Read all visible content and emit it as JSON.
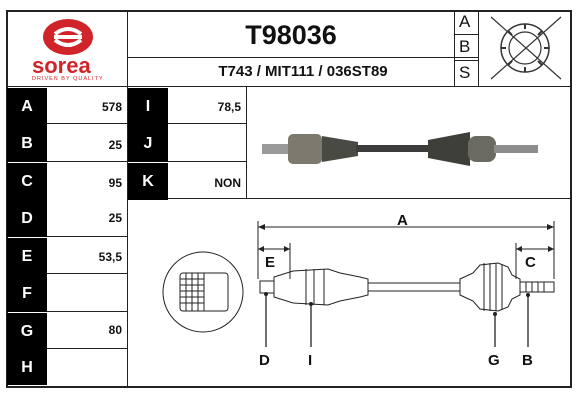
{
  "brand": {
    "name": "sorea",
    "tagline": "DRIVEN BY QUALITY",
    "color": "#d1232a"
  },
  "header": {
    "part_number": "T98036",
    "references": "T743 / MIT111 / 036ST89",
    "abs_letters": [
      "A",
      "B",
      "S"
    ]
  },
  "specs_left": [
    {
      "label": "A",
      "value": "578"
    },
    {
      "label": "B",
      "value": "25"
    },
    {
      "label": "C",
      "value": "95"
    },
    {
      "label": "D",
      "value": "25"
    },
    {
      "label": "E",
      "value": "53,5"
    },
    {
      "label": "F",
      "value": ""
    },
    {
      "label": "G",
      "value": "80"
    },
    {
      "label": "H",
      "value": ""
    }
  ],
  "specs_right": [
    {
      "label": "I",
      "value": "78,5"
    },
    {
      "label": "J",
      "value": ""
    },
    {
      "label": "K",
      "value": "NON"
    }
  ],
  "diagram_labels": {
    "a": "A",
    "b": "B",
    "c": "C",
    "d": "D",
    "e": "E",
    "g": "G",
    "i": "I"
  }
}
